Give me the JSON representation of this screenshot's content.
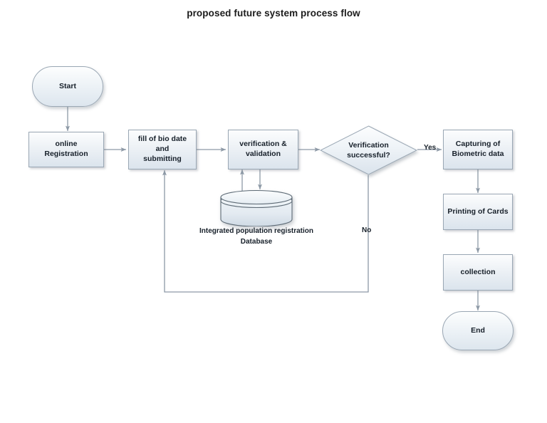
{
  "title": "proposed future system process flow",
  "colors": {
    "node_border": "#9aa7b4",
    "node_fill_top": "#fcfdfe",
    "node_fill_bottom": "#dbe4ed",
    "connector": "#8d99a6",
    "text": "#17202a",
    "background": "#ffffff"
  },
  "diagram": {
    "type": "flowchart",
    "nodes": [
      {
        "id": "start",
        "shape": "terminator",
        "label": "Start"
      },
      {
        "id": "online_reg",
        "shape": "process",
        "label": "online Registration"
      },
      {
        "id": "fill_bio",
        "shape": "process",
        "label": "fill of bio date and submitting"
      },
      {
        "id": "verify",
        "shape": "process",
        "label": "verification & validation"
      },
      {
        "id": "decision",
        "shape": "decision",
        "label": "Verification successful?"
      },
      {
        "id": "database",
        "shape": "database",
        "label": "Integrated population registration Database"
      },
      {
        "id": "capturing",
        "shape": "process",
        "label": "Capturing of Biometric data"
      },
      {
        "id": "printing",
        "shape": "process",
        "label": "Printing of Cards"
      },
      {
        "id": "collection",
        "shape": "process",
        "label": "collection"
      },
      {
        "id": "end",
        "shape": "terminator",
        "label": "End"
      }
    ],
    "edges": [
      {
        "from": "start",
        "to": "online_reg",
        "label": ""
      },
      {
        "from": "online_reg",
        "to": "fill_bio",
        "label": ""
      },
      {
        "from": "fill_bio",
        "to": "verify",
        "label": ""
      },
      {
        "from": "verify",
        "to": "decision",
        "label": ""
      },
      {
        "from": "verify",
        "to": "database",
        "label": ""
      },
      {
        "from": "database",
        "to": "verify",
        "label": ""
      },
      {
        "from": "decision",
        "to": "capturing",
        "label": "Yes"
      },
      {
        "from": "decision",
        "to": "fill_bio",
        "label": "No"
      },
      {
        "from": "capturing",
        "to": "printing",
        "label": ""
      },
      {
        "from": "printing",
        "to": "collection",
        "label": ""
      },
      {
        "from": "collection",
        "to": "end",
        "label": ""
      }
    ],
    "labels": {
      "yes": "Yes",
      "no": "No"
    }
  },
  "nodes": {
    "start": {
      "label": "Start"
    },
    "online_reg": {
      "label": "online Registration"
    },
    "fill_bio": {
      "line1": "fill of bio date and",
      "line2": "submitting"
    },
    "verify": {
      "line1": "verification &",
      "line2": "validation"
    },
    "decision": {
      "line1": "Verification",
      "line2": "successful?"
    },
    "database": {
      "caption_line1": "Integrated population registration",
      "caption_line2": "Database"
    },
    "capturing": {
      "line1": "Capturing of",
      "line2": "Biometric data"
    },
    "printing": {
      "label": "Printing of Cards"
    },
    "collection": {
      "label": "collection"
    },
    "end": {
      "label": "End"
    }
  }
}
